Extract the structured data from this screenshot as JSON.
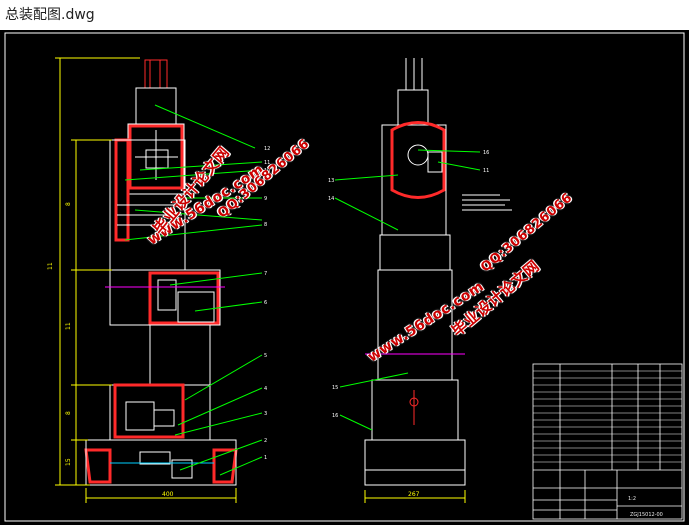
{
  "window": {
    "title": "总装配图.dwg"
  },
  "colors": {
    "background": "#000000",
    "outline": "#ffffff",
    "frame": "#ffffff",
    "dimension": "#ffff00",
    "leader": "#00ff00",
    "highlight": "#ff2a2a",
    "centerline": "#ff00ff",
    "hatch": "#00d0ff",
    "watermark": "#cc0000"
  },
  "watermarks": {
    "left_site": "www.56doc.com",
    "left_name": "毕业设计论文网",
    "left_qq": "QQ:306826066",
    "right_site": "www.56doc.com",
    "right_name": "毕业设计论文网",
    "right_qq": "QQ:306826066"
  },
  "balloons": {
    "left": [
      "12",
      "11",
      "10",
      "9",
      "8",
      "7",
      "6",
      "5",
      "4",
      "3",
      "2",
      "1"
    ],
    "right": [
      "16",
      "11",
      "13",
      "14",
      "15",
      "16"
    ]
  },
  "dimensions": {
    "bottom_left": "400",
    "bottom_right": "267"
  },
  "title_block": {
    "drawing_number": "ZGJ15012-00",
    "scale": "1:2"
  },
  "icons": [
    "drawing-canvas-icon"
  ]
}
